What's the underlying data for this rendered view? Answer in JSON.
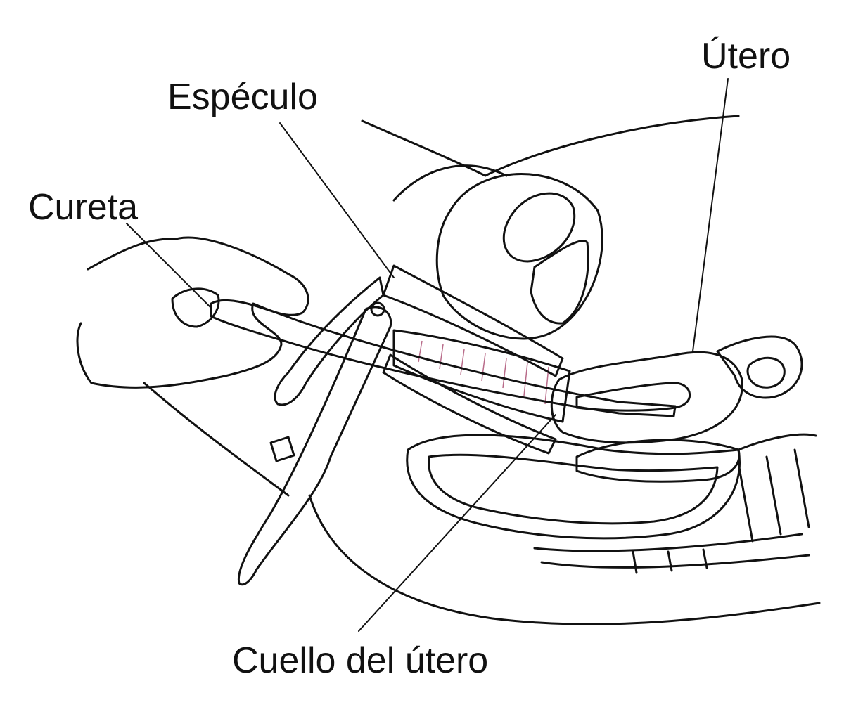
{
  "labels": {
    "uterus": "Útero",
    "speculum": "Espéculo",
    "curette": "Cureta",
    "cervix": "Cuello del útero"
  },
  "colors": {
    "line": "#111111",
    "background": "#ffffff",
    "uterus_fill": "#f3a9c8",
    "canal_fill": "#fbe1ea",
    "instrument_fill": "#a3a3a3",
    "tissue_fill": "#d7d7d7",
    "hand_fill": "#ffffff"
  }
}
